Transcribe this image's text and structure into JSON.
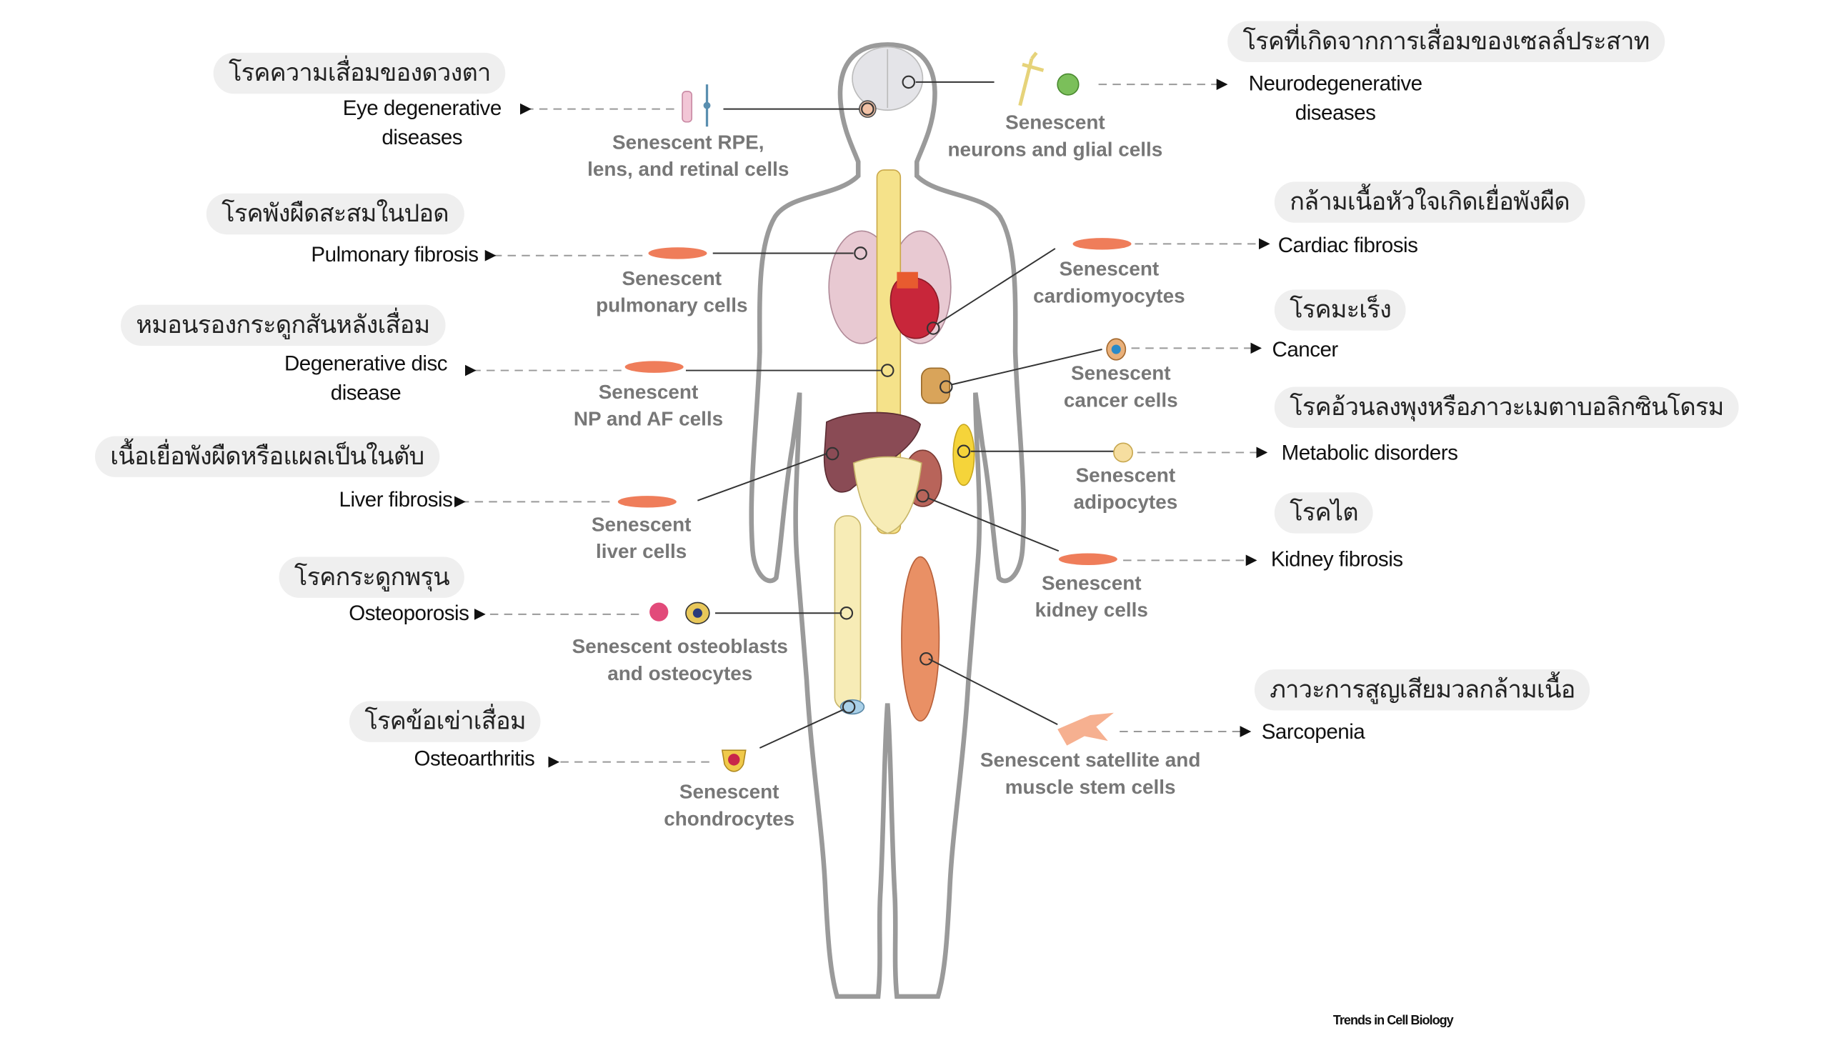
{
  "left": [
    {
      "thai": "โรคความเสื่อมของดวงตา",
      "disease": "Eye degenerative\ndiseases",
      "cell": "Senescent RPE,\nlens, and retinal cells"
    },
    {
      "thai": "โรคพังผืดสะสมในปอด",
      "disease": "Pulmonary fibrosis",
      "cell": "Senescent\npulmonary cells"
    },
    {
      "thai": "หมอนรองกระดูกสันหลังเสื่อม",
      "disease": "Degenerative disc\ndisease",
      "cell": "Senescent\nNP and AF cells"
    },
    {
      "thai": "เนื้อเยื่อพังผืดหรือแผลเป็นในตับ",
      "disease": "Liver fibrosis",
      "cell": "Senescent\nliver cells"
    },
    {
      "thai": "โรคกระดูกพรุน",
      "disease": "Osteoporosis",
      "cell": "Senescent osteoblasts\nand osteocytes"
    },
    {
      "thai": "โรคข้อเข่าเสื่อม",
      "disease": "Osteoarthritis",
      "cell": "Senescent\nchondrocytes"
    }
  ],
  "right": [
    {
      "thai": "โรคที่เกิดจากการเสื่อมของเซลล์ประสาท",
      "disease": "Neurodegenerative\ndiseases",
      "cell": "Senescent\nneurons and glial cells"
    },
    {
      "thai": "กล้ามเนื้อหัวใจเกิดเยื่อพังผืด",
      "disease": "Cardiac fibrosis",
      "cell": "Senescent\ncardiomyocytes"
    },
    {
      "thai": "โรคมะเร็ง",
      "disease": "Cancer",
      "cell": "Senescent\ncancer cells"
    },
    {
      "thai": "โรคอ้วนลงพุงหรือภาวะเมตาบอลิกซินโดรม",
      "disease": "Metabolic disorders",
      "cell": "Senescent\nadipocytes"
    },
    {
      "thai": "โรคไต",
      "disease": "Kidney fibrosis",
      "cell": "Senescent\nkidney cells"
    },
    {
      "thai": "ภาวะการสูญเสียมวลกล้ามเนื้อ",
      "disease": "Sarcopenia",
      "cell": "Senescent satellite and\nmuscle stem cells"
    }
  ],
  "credit": "Trends in Cell Biology",
  "colors": {
    "pill_bg": "#efefef",
    "body_outline": "#9a9a9a",
    "cell_label": "#777777",
    "fibroblast": "#ef7d5a"
  }
}
